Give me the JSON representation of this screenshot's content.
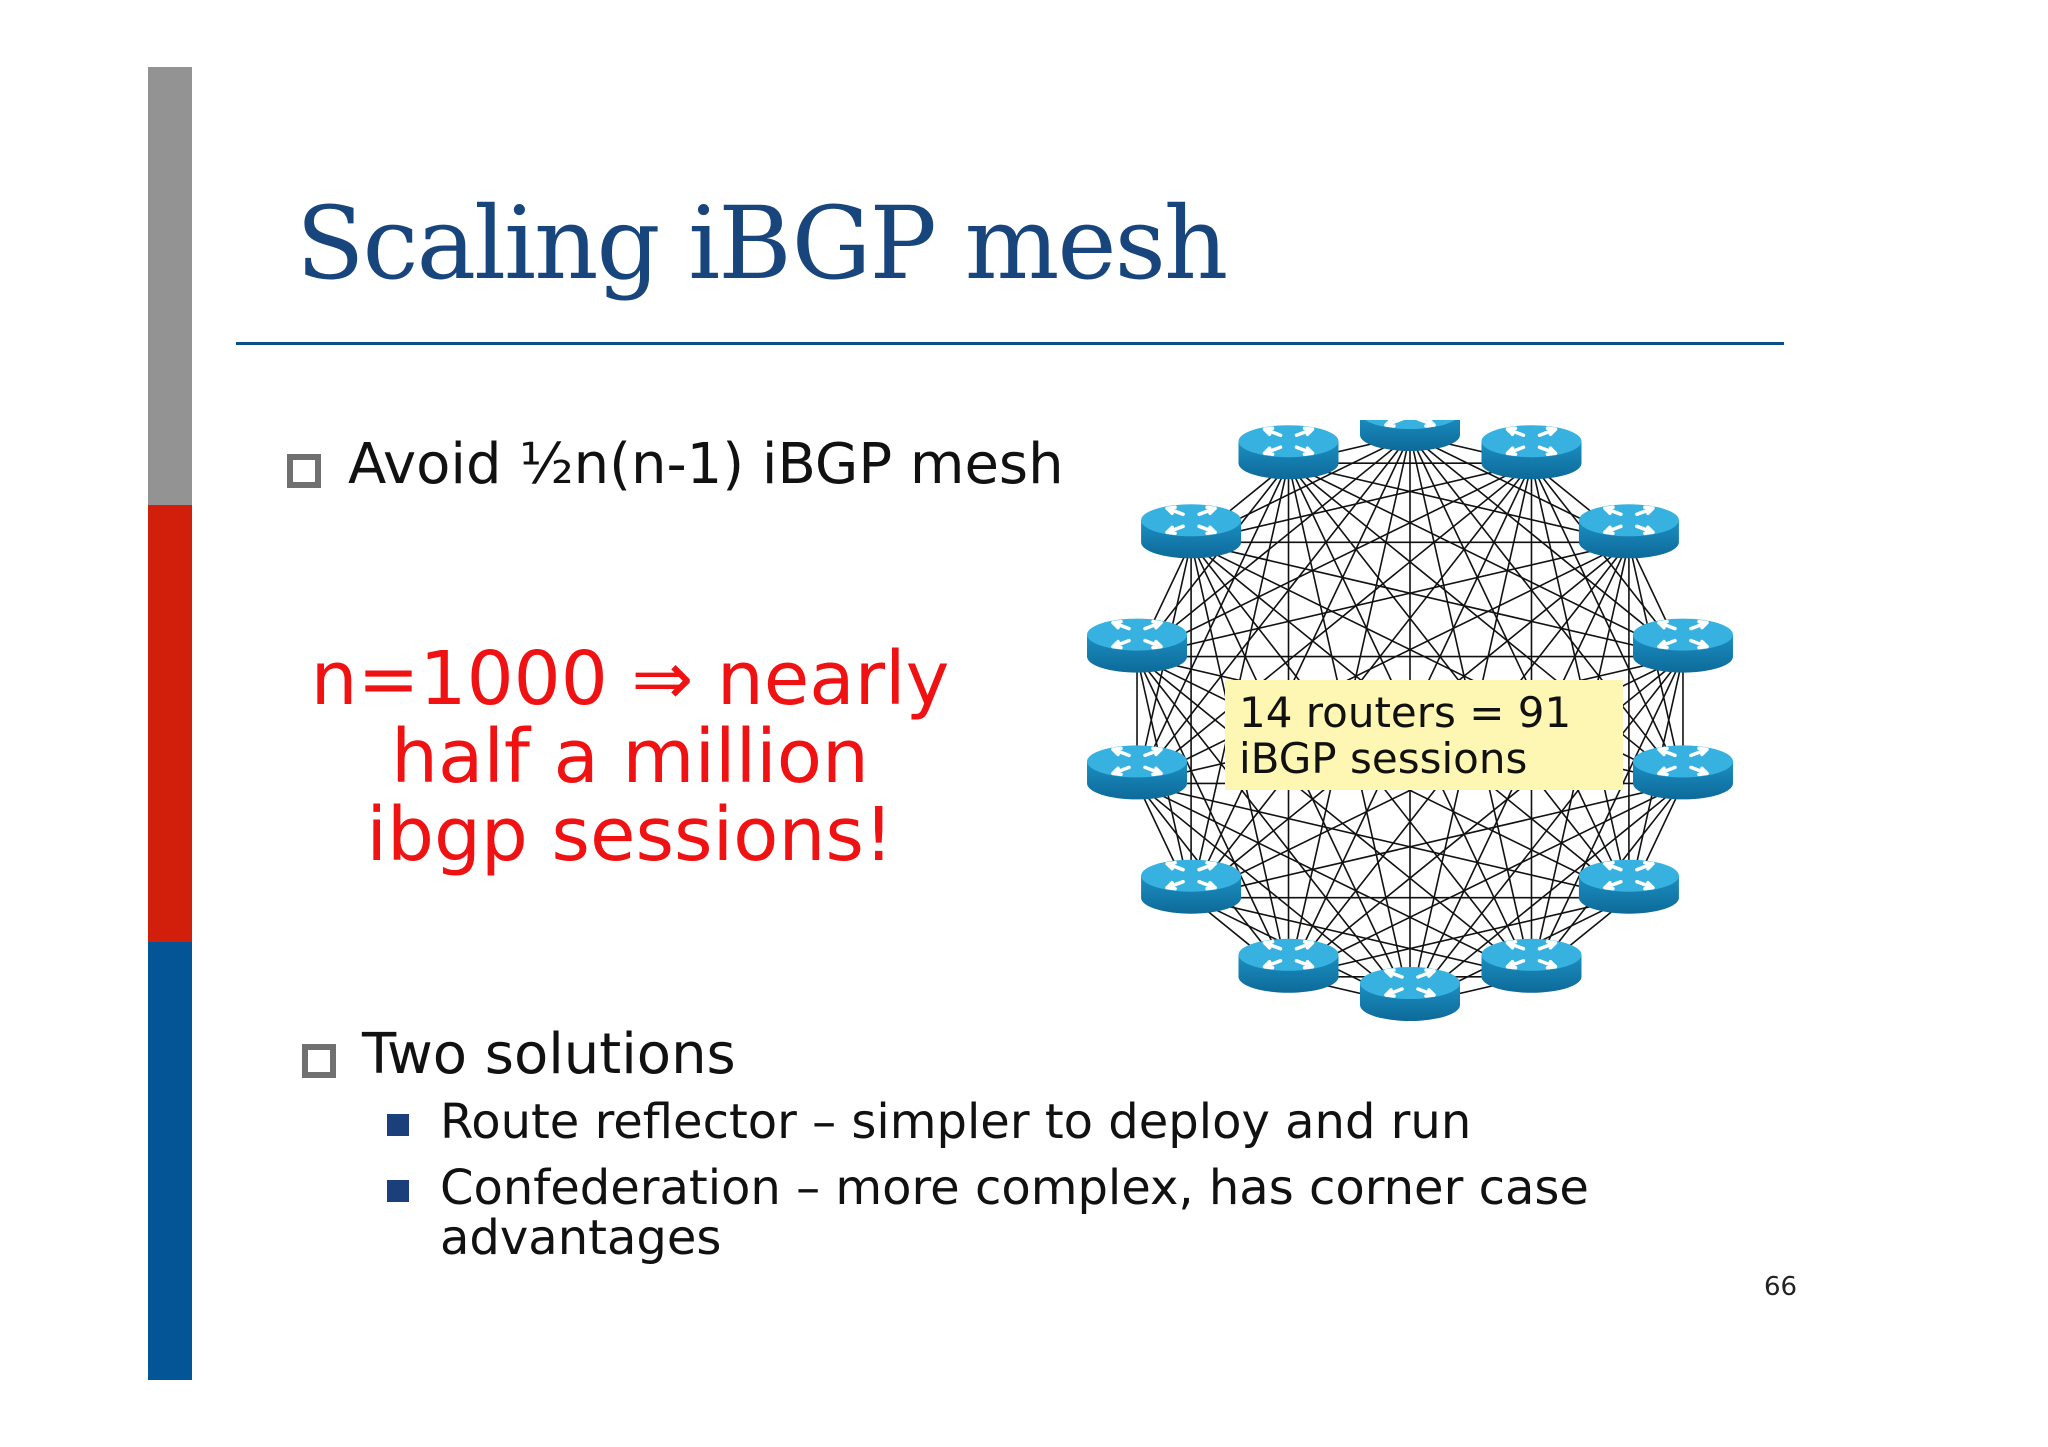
{
  "slide": {
    "title": "Scaling iBGP mesh",
    "page_number": "66",
    "colors": {
      "title": "#18457c",
      "sidebar": [
        "#939393",
        "#d21f0b",
        "#045596"
      ],
      "callout": "#f01212",
      "router": "#1e96c8",
      "label_box": "#fdf7b3"
    }
  },
  "bullets": {
    "first": "Avoid ½n(n-1) iBGP mesh",
    "second": "Two solutions",
    "sub_items": [
      "Route reflector – simpler to deploy and run",
      "Confederation – more complex, has corner case",
      "advantages"
    ]
  },
  "callout": {
    "lines": [
      "n=1000 ⇒ nearly",
      "half a million",
      "ibgp sessions!"
    ]
  },
  "diagram": {
    "router_count": 14,
    "router_icon": "router-icon",
    "label_lines": [
      "14 routers = 91",
      "iBGP sessions"
    ]
  }
}
